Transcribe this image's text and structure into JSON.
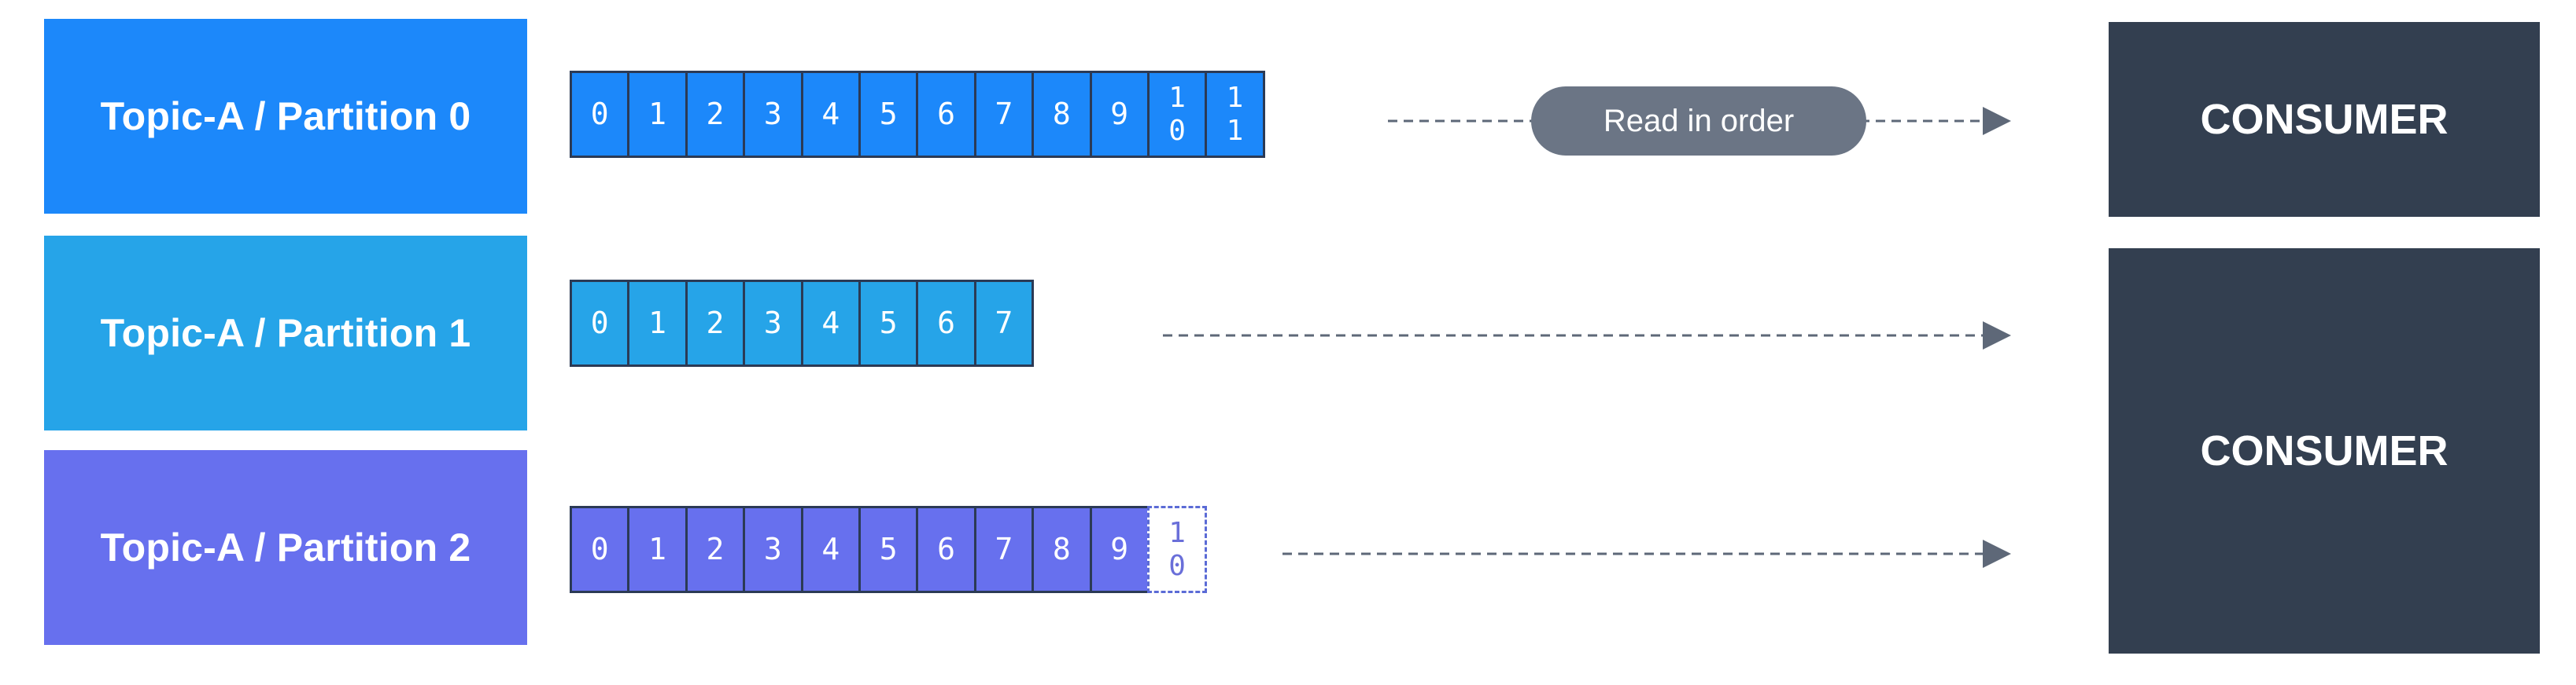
{
  "topics": [
    {
      "label": "Topic-A / Partition 0",
      "color": "#1c88fa",
      "cellColor": "#1c88fa",
      "offsets": [
        "0",
        "1",
        "2",
        "3",
        "4",
        "5",
        "6",
        "7",
        "8",
        "9",
        "1\n0",
        "1\n1"
      ],
      "pending": []
    },
    {
      "label": "Topic-A / Partition 1",
      "color": "#26a4e8",
      "cellColor": "#26a4e8",
      "offsets": [
        "0",
        "1",
        "2",
        "3",
        "4",
        "5",
        "6",
        "7"
      ],
      "pending": []
    },
    {
      "label": "Topic-A / Partition 2",
      "color": "#6770ee",
      "cellColor": "#6770ee",
      "offsets": [
        "0",
        "1",
        "2",
        "3",
        "4",
        "5",
        "6",
        "7",
        "8",
        "9"
      ],
      "pending": [
        "1\n0"
      ]
    }
  ],
  "flow_label": "Read in order",
  "consumers": [
    "CONSUMER",
    "CONSUMER"
  ],
  "colors": {
    "consumer": "#333f50",
    "pill": "#6b7585",
    "arrow": "#5e6878"
  }
}
